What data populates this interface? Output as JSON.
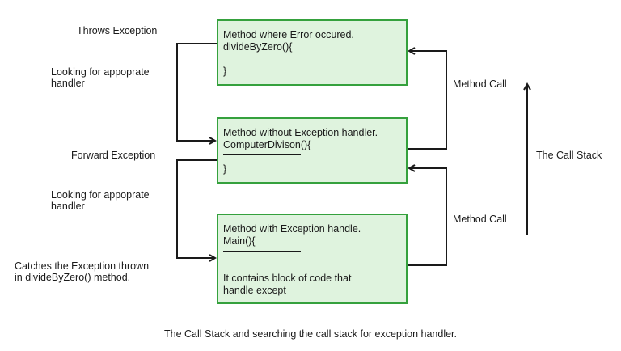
{
  "left_labels": {
    "throws": "Throws Exception",
    "looking_1": "Looking for appoprate\nhandler",
    "forward": "Forward Exception",
    "looking_2": "Looking for appoprate\nhandler",
    "catches": "Catches the Exception thrown\nin divideByZero() method."
  },
  "boxes": {
    "top": {
      "title": "Method where Error occured.",
      "signature": "divideByZero(){",
      "close": "}"
    },
    "middle": {
      "title": "Method without Exception handler.",
      "signature": "ComputerDivison(){",
      "close": "}"
    },
    "bottom": {
      "title": "Method with Exception handle.",
      "signature": "Main(){",
      "body": "It contains block of code that\nhandle except"
    }
  },
  "right_labels": {
    "method_call_upper": "Method Call",
    "method_call_lower": "Method Call",
    "call_stack": "The Call Stack"
  },
  "caption": "The Call Stack and searching the call stack for exception handler.",
  "colors": {
    "box_fill": "#dff3de",
    "box_border": "#35a13d",
    "line": "#1a1a1a"
  }
}
